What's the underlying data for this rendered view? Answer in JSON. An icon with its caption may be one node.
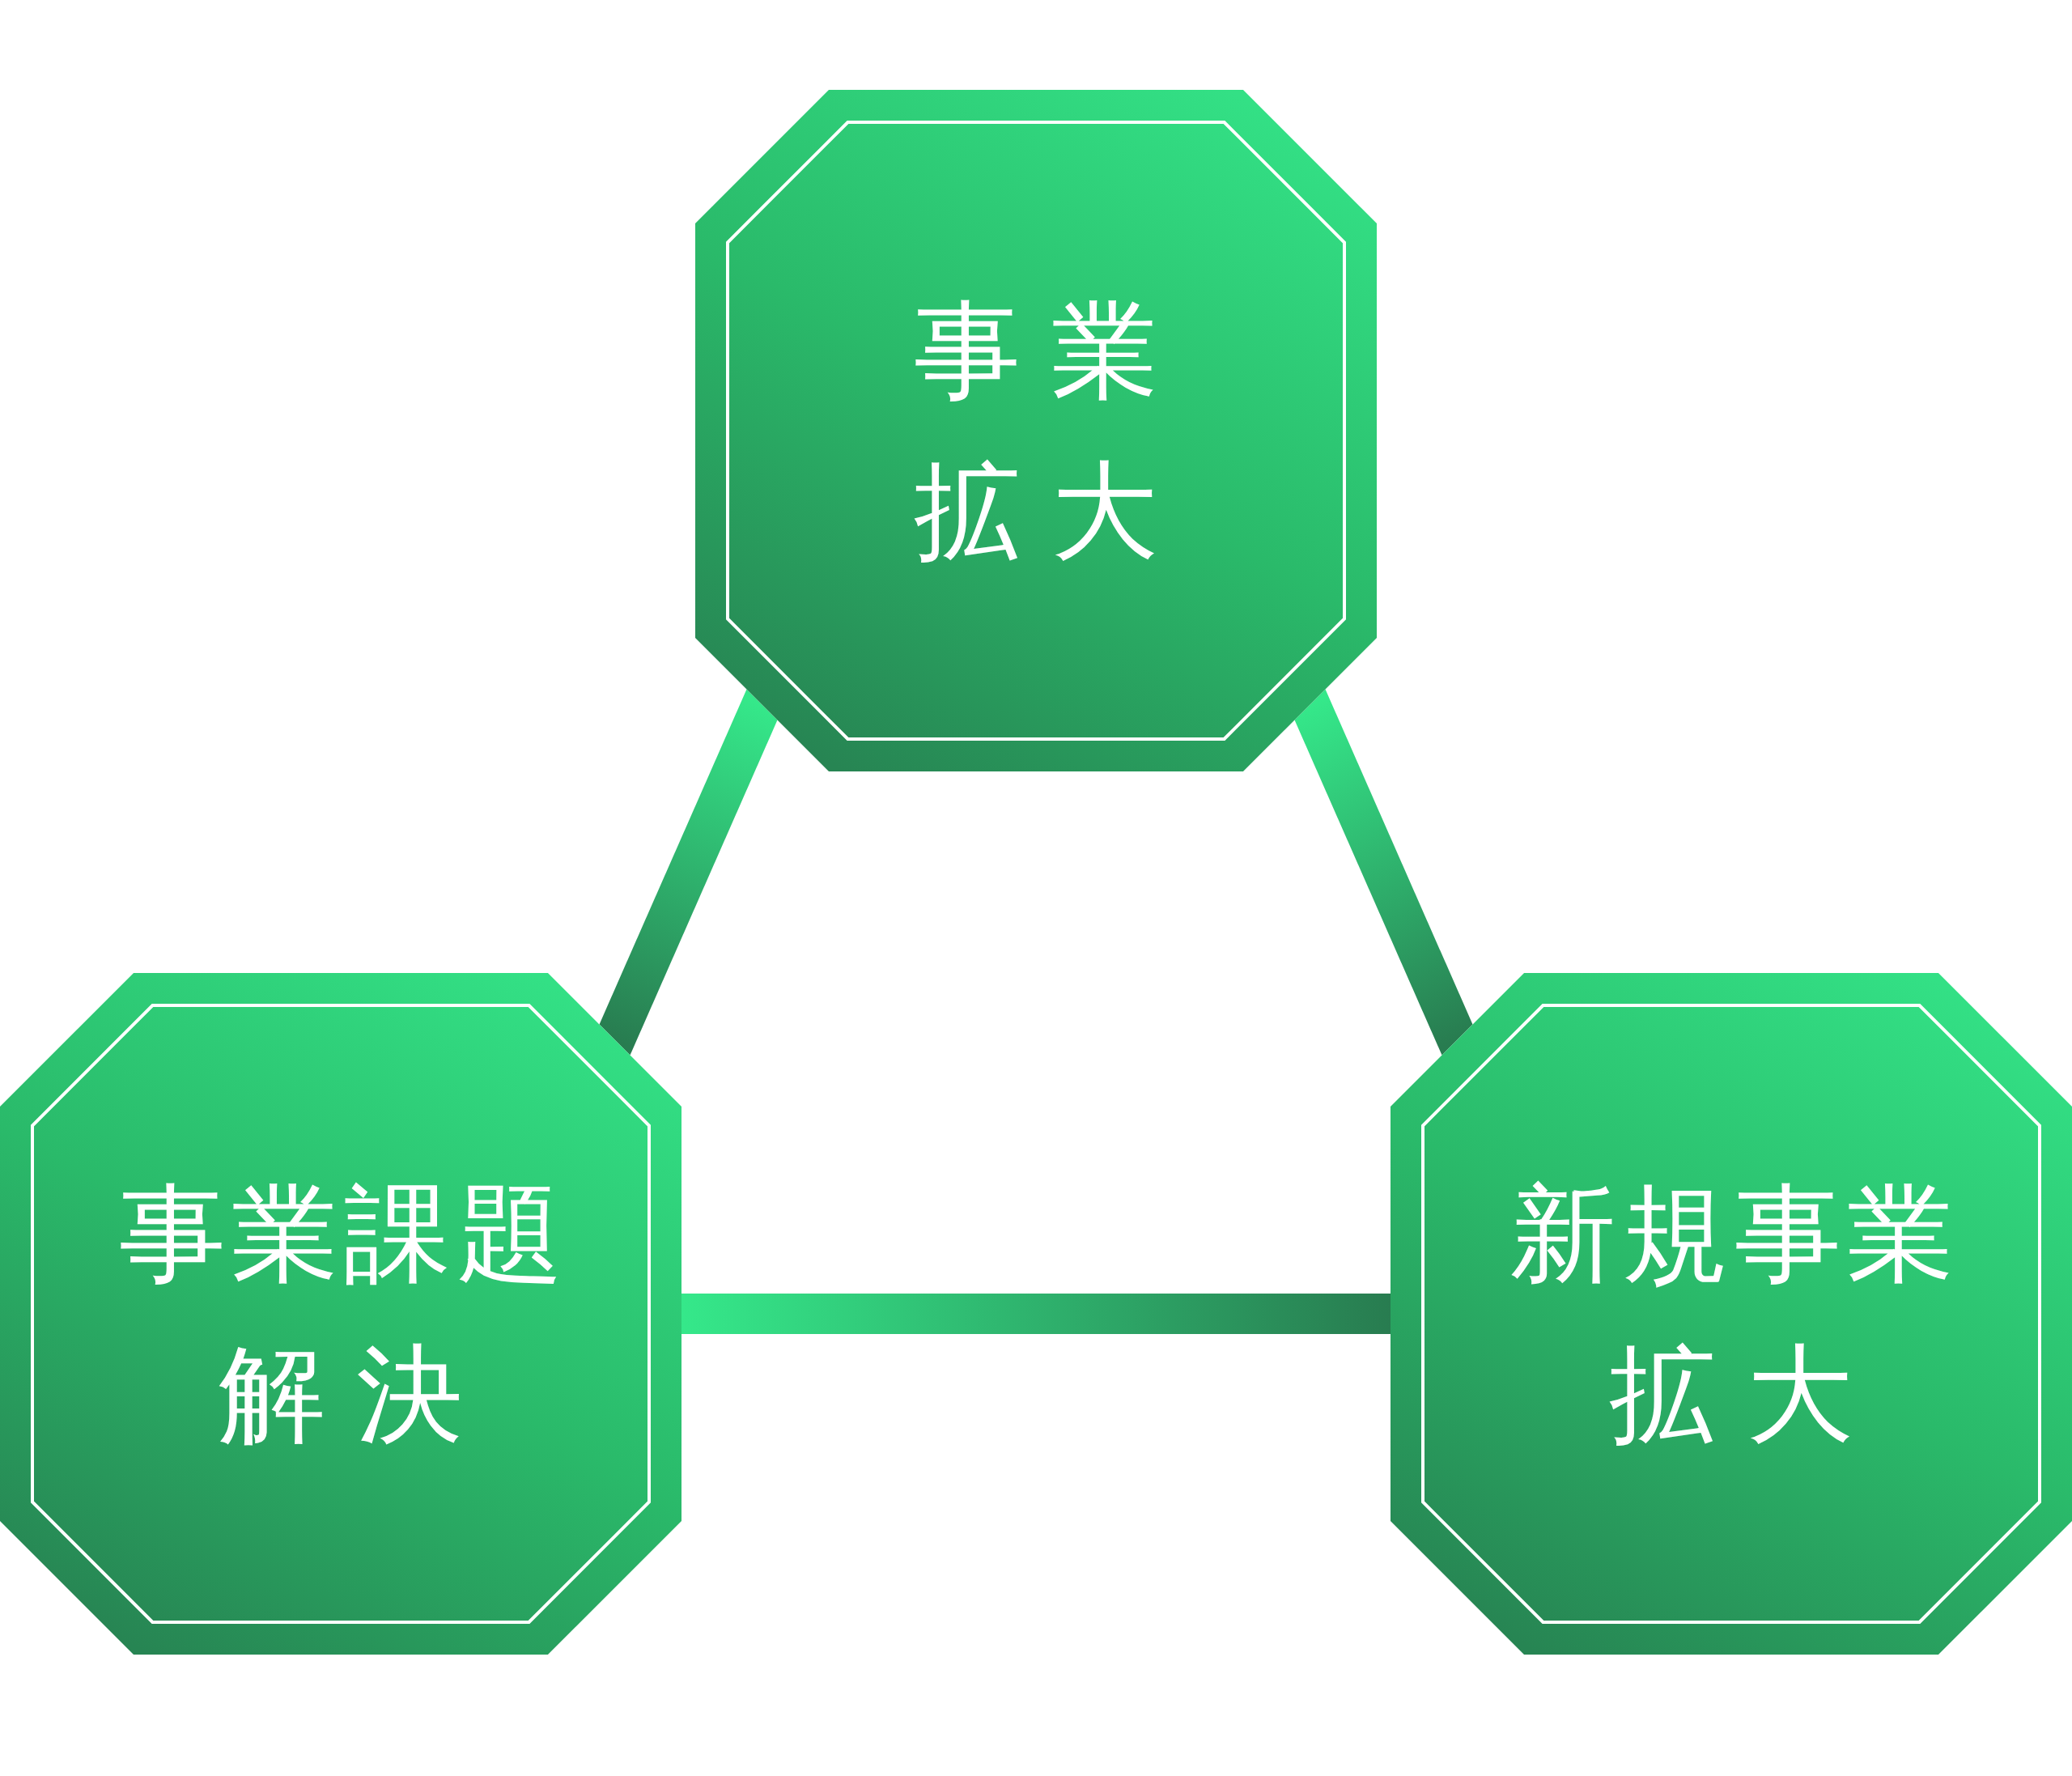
{
  "diagram": {
    "nodes": [
      {
        "text": [
          "事業拡大"
        ]
      },
      {
        "text": [
          "事業課題解決"
        ]
      },
      {
        "text": [
          "新規事業拡大"
        ]
      }
    ],
    "edges": [
      {
        "from": 0,
        "to": 1,
        "arrow": "none"
      },
      {
        "from": 0,
        "to": 2,
        "arrow": "none"
      },
      {
        "from": 1,
        "to": 2,
        "arrow": "none"
      }
    ]
  }
}
